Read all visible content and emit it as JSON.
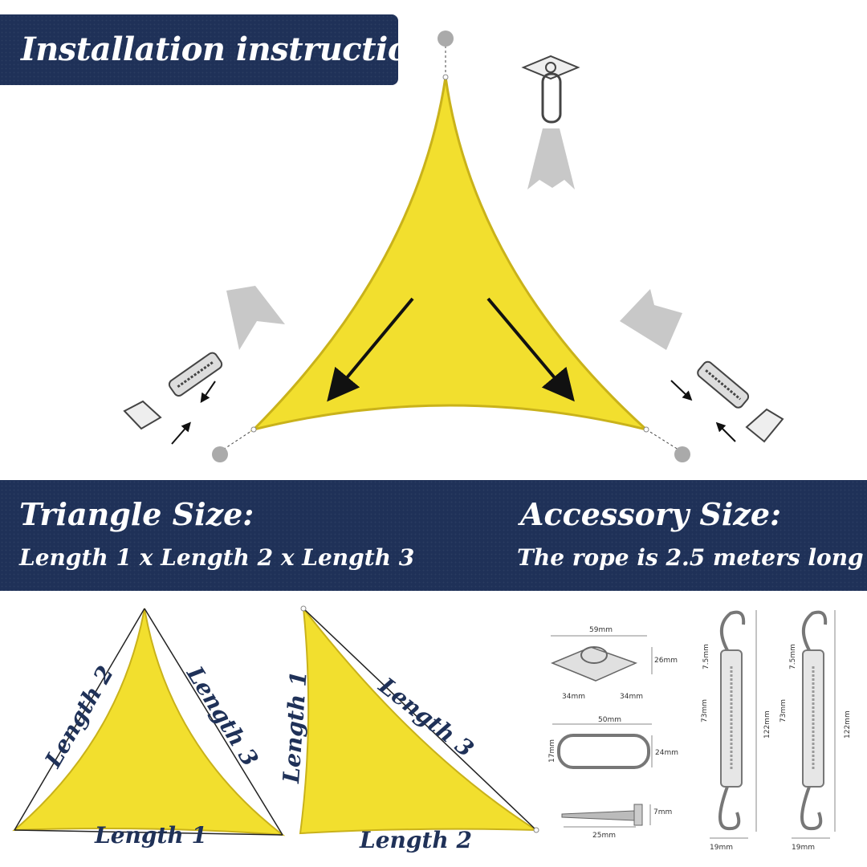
{
  "title": "Installation instructions",
  "triangle_size": {
    "heading": "Triangle Size:",
    "formula": "Length 1 x Length 2 x Length 3"
  },
  "accessory_size": {
    "heading": "Accessory Size:",
    "rope_note": "The rope is 2.5 meters long"
  },
  "diagram_labels": {
    "equilateral": {
      "side_left": "Length 2",
      "side_right": "Length 3",
      "side_bottom": "Length 1"
    },
    "right_angle": {
      "side_left": "Length 1",
      "side_hyp": "Length 3",
      "side_bottom": "Length 2"
    }
  },
  "dimensions": {
    "pad_eye_width": "59mm",
    "pad_eye_height": "26mm",
    "pad_eye_diag_a": "34mm",
    "pad_eye_diag_b": "34mm",
    "hook_length": "50mm",
    "hook_height": "24mm",
    "hook_inner": "17mm",
    "screw_length": "25mm",
    "screw_head": "7mm",
    "turnbuckle_hook": "7.5mm",
    "turnbuckle_body": "73mm",
    "turnbuckle_total": "122mm",
    "turnbuckle_width": "19mm",
    "turnbuckle2_hook": "7.5mm",
    "turnbuckle2_body": "73mm",
    "turnbuckle2_total": "122mm",
    "turnbuckle2_width": "19mm"
  },
  "colors": {
    "banner": "#1f3158",
    "sail": "#f2df2e",
    "sail_edge": "#c9b21a",
    "arrow": "#111111",
    "anchor": "#aaaaaa"
  },
  "icons": [
    "pad-eye-carabiner-icon",
    "turnbuckle-left-icon",
    "turnbuckle-right-icon",
    "pole-anchor-icon"
  ]
}
